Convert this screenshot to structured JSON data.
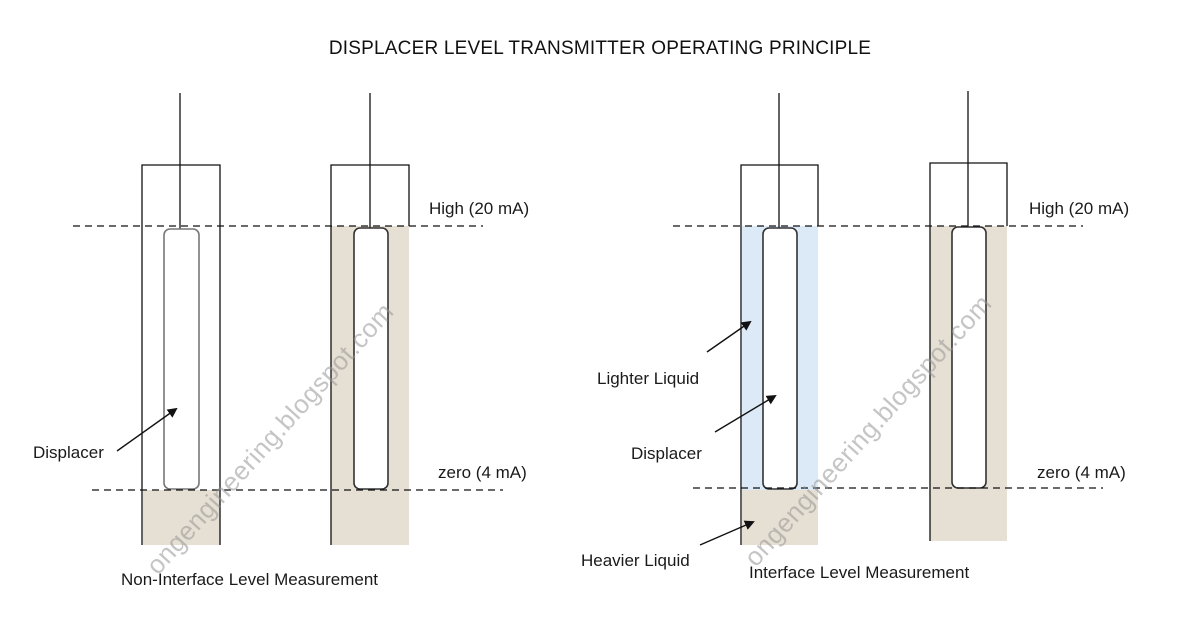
{
  "title": "DISPLACER LEVEL TRANSMITTER OPERATING PRINCIPLE",
  "colors": {
    "heavy_liquid": "#e6dfd3",
    "light_liquid": "#dce9f7",
    "line": "#111111",
    "watermark": "#a0a0a0"
  },
  "left_panel": {
    "caption": "Non-Interface Level Measurement",
    "high_label": "High (20 mA)",
    "zero_label": "zero (4 mA)",
    "displacer_label": "Displacer"
  },
  "right_panel": {
    "caption": "Interface Level Measurement",
    "high_label": "High (20 mA)",
    "zero_label": "zero (4 mA)",
    "lighter_label": "Lighter Liquid",
    "displacer_label": "Displacer",
    "heavier_label": "Heavier Liquid"
  },
  "watermarks": [
    "ongengineering.blogspot.com",
    "ongengineering.blogspot.com"
  ]
}
